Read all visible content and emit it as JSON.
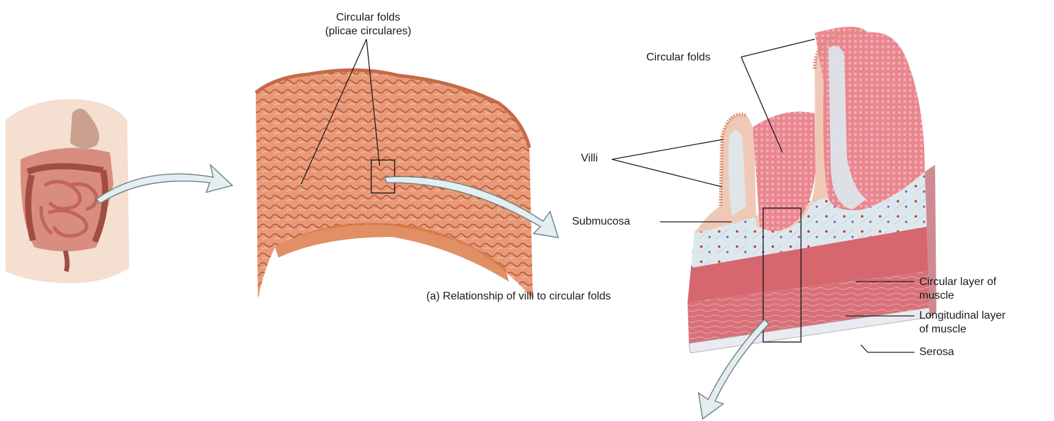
{
  "labels": {
    "circular_folds_top_line1": "Circular folds",
    "circular_folds_top_line2": "(plicae circulares)",
    "circular_folds_right": "Circular folds",
    "villi": "Villi",
    "submucosa": "Submucosa",
    "caption": "(a) Relationship of villi to circular folds",
    "circular_muscle_line1": "Circular layer of",
    "circular_muscle_line2": "muscle",
    "longitudinal_muscle_line1": "Longitudinal layer",
    "longitudinal_muscle_line2": "of muscle",
    "serosa": "Serosa"
  },
  "colors": {
    "tissue_photo": "#e89a78",
    "mucosa_pink": "#e8838f",
    "submucosa_blue": "#dde8ee",
    "muscle_red": "#d9737a",
    "arrow_fill": "#e3eef0",
    "arrow_stroke": "#6d7f86",
    "leader_line": "#1a1a1a"
  }
}
